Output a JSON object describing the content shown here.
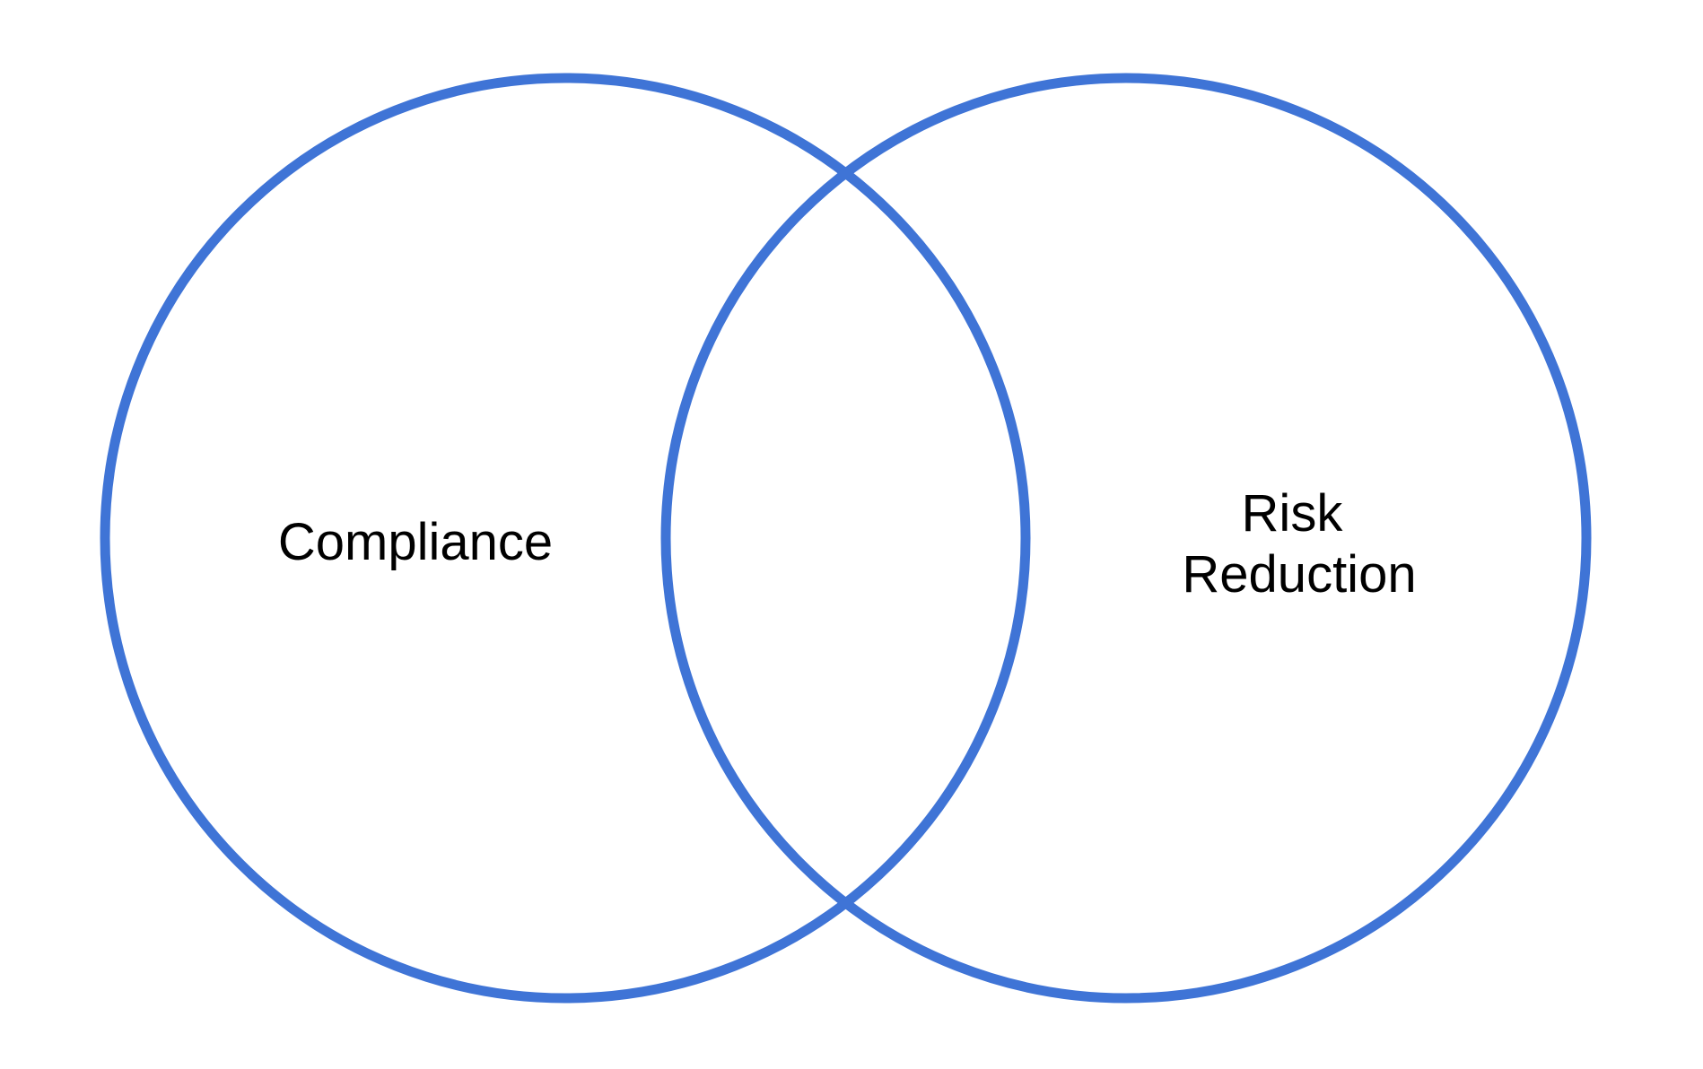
{
  "diagram": {
    "type": "venn",
    "stroke_color": "#3f74d6",
    "sets": [
      {
        "label_lines": [
          "Compliance"
        ]
      },
      {
        "label_lines": [
          "Risk",
          "Reduction"
        ]
      }
    ]
  }
}
